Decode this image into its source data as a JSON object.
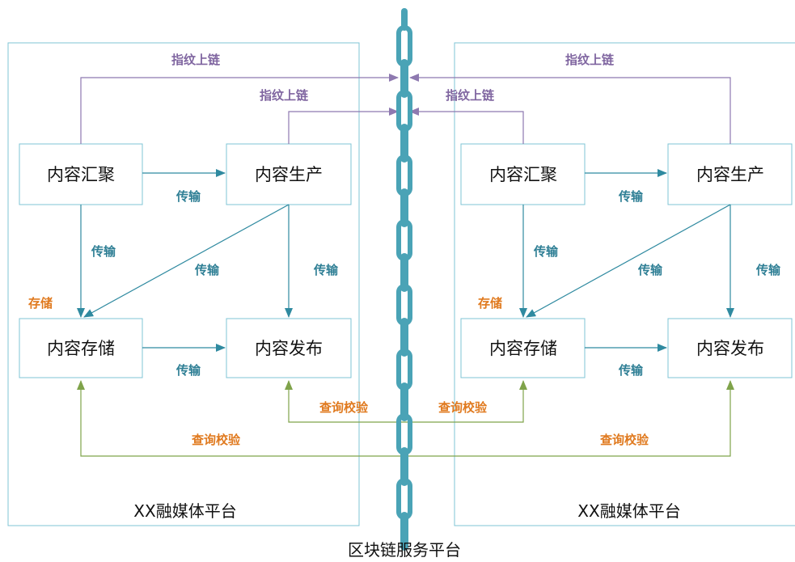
{
  "platforms": [
    {
      "name": "XX融媒体平台",
      "boxes": {
        "aggregate": "内容汇聚",
        "produce": "内容生产",
        "store": "内容存储",
        "publish": "内容发布"
      },
      "labels": {
        "fingerprint_outer": "指纹上链",
        "fingerprint_inner": "指纹上链",
        "transfer_agg_prod": "传输",
        "transfer_agg_store": "传输",
        "transfer_prod_store": "传输",
        "transfer_prod_pub": "传输",
        "transfer_store_pub": "传输",
        "storage": "存储",
        "query_inner": "查询校验",
        "query_outer": "查询校验"
      }
    },
    {
      "name": "XX融媒体平台",
      "boxes": {
        "aggregate": "内容汇聚",
        "produce": "内容生产",
        "store": "内容存储",
        "publish": "内容发布"
      },
      "labels": {
        "fingerprint_outer": "指纹上链",
        "fingerprint_inner": "指纹上链",
        "transfer_agg_prod": "传输",
        "transfer_agg_store": "传输",
        "transfer_prod_store": "传输",
        "transfer_prod_pub": "传输",
        "transfer_store_pub": "传输",
        "storage": "存储",
        "query_inner": "查询校验",
        "query_outer": "查询校验"
      }
    }
  ],
  "blockchain": {
    "name": "区块链服务平台"
  },
  "colors": {
    "box_border": "#7fc4d6",
    "chain": "#4aa3b6",
    "purple": "#8e79b0",
    "teal": "#2f8aa0",
    "orange": "#e07a1f",
    "green": "#7fa34a"
  }
}
